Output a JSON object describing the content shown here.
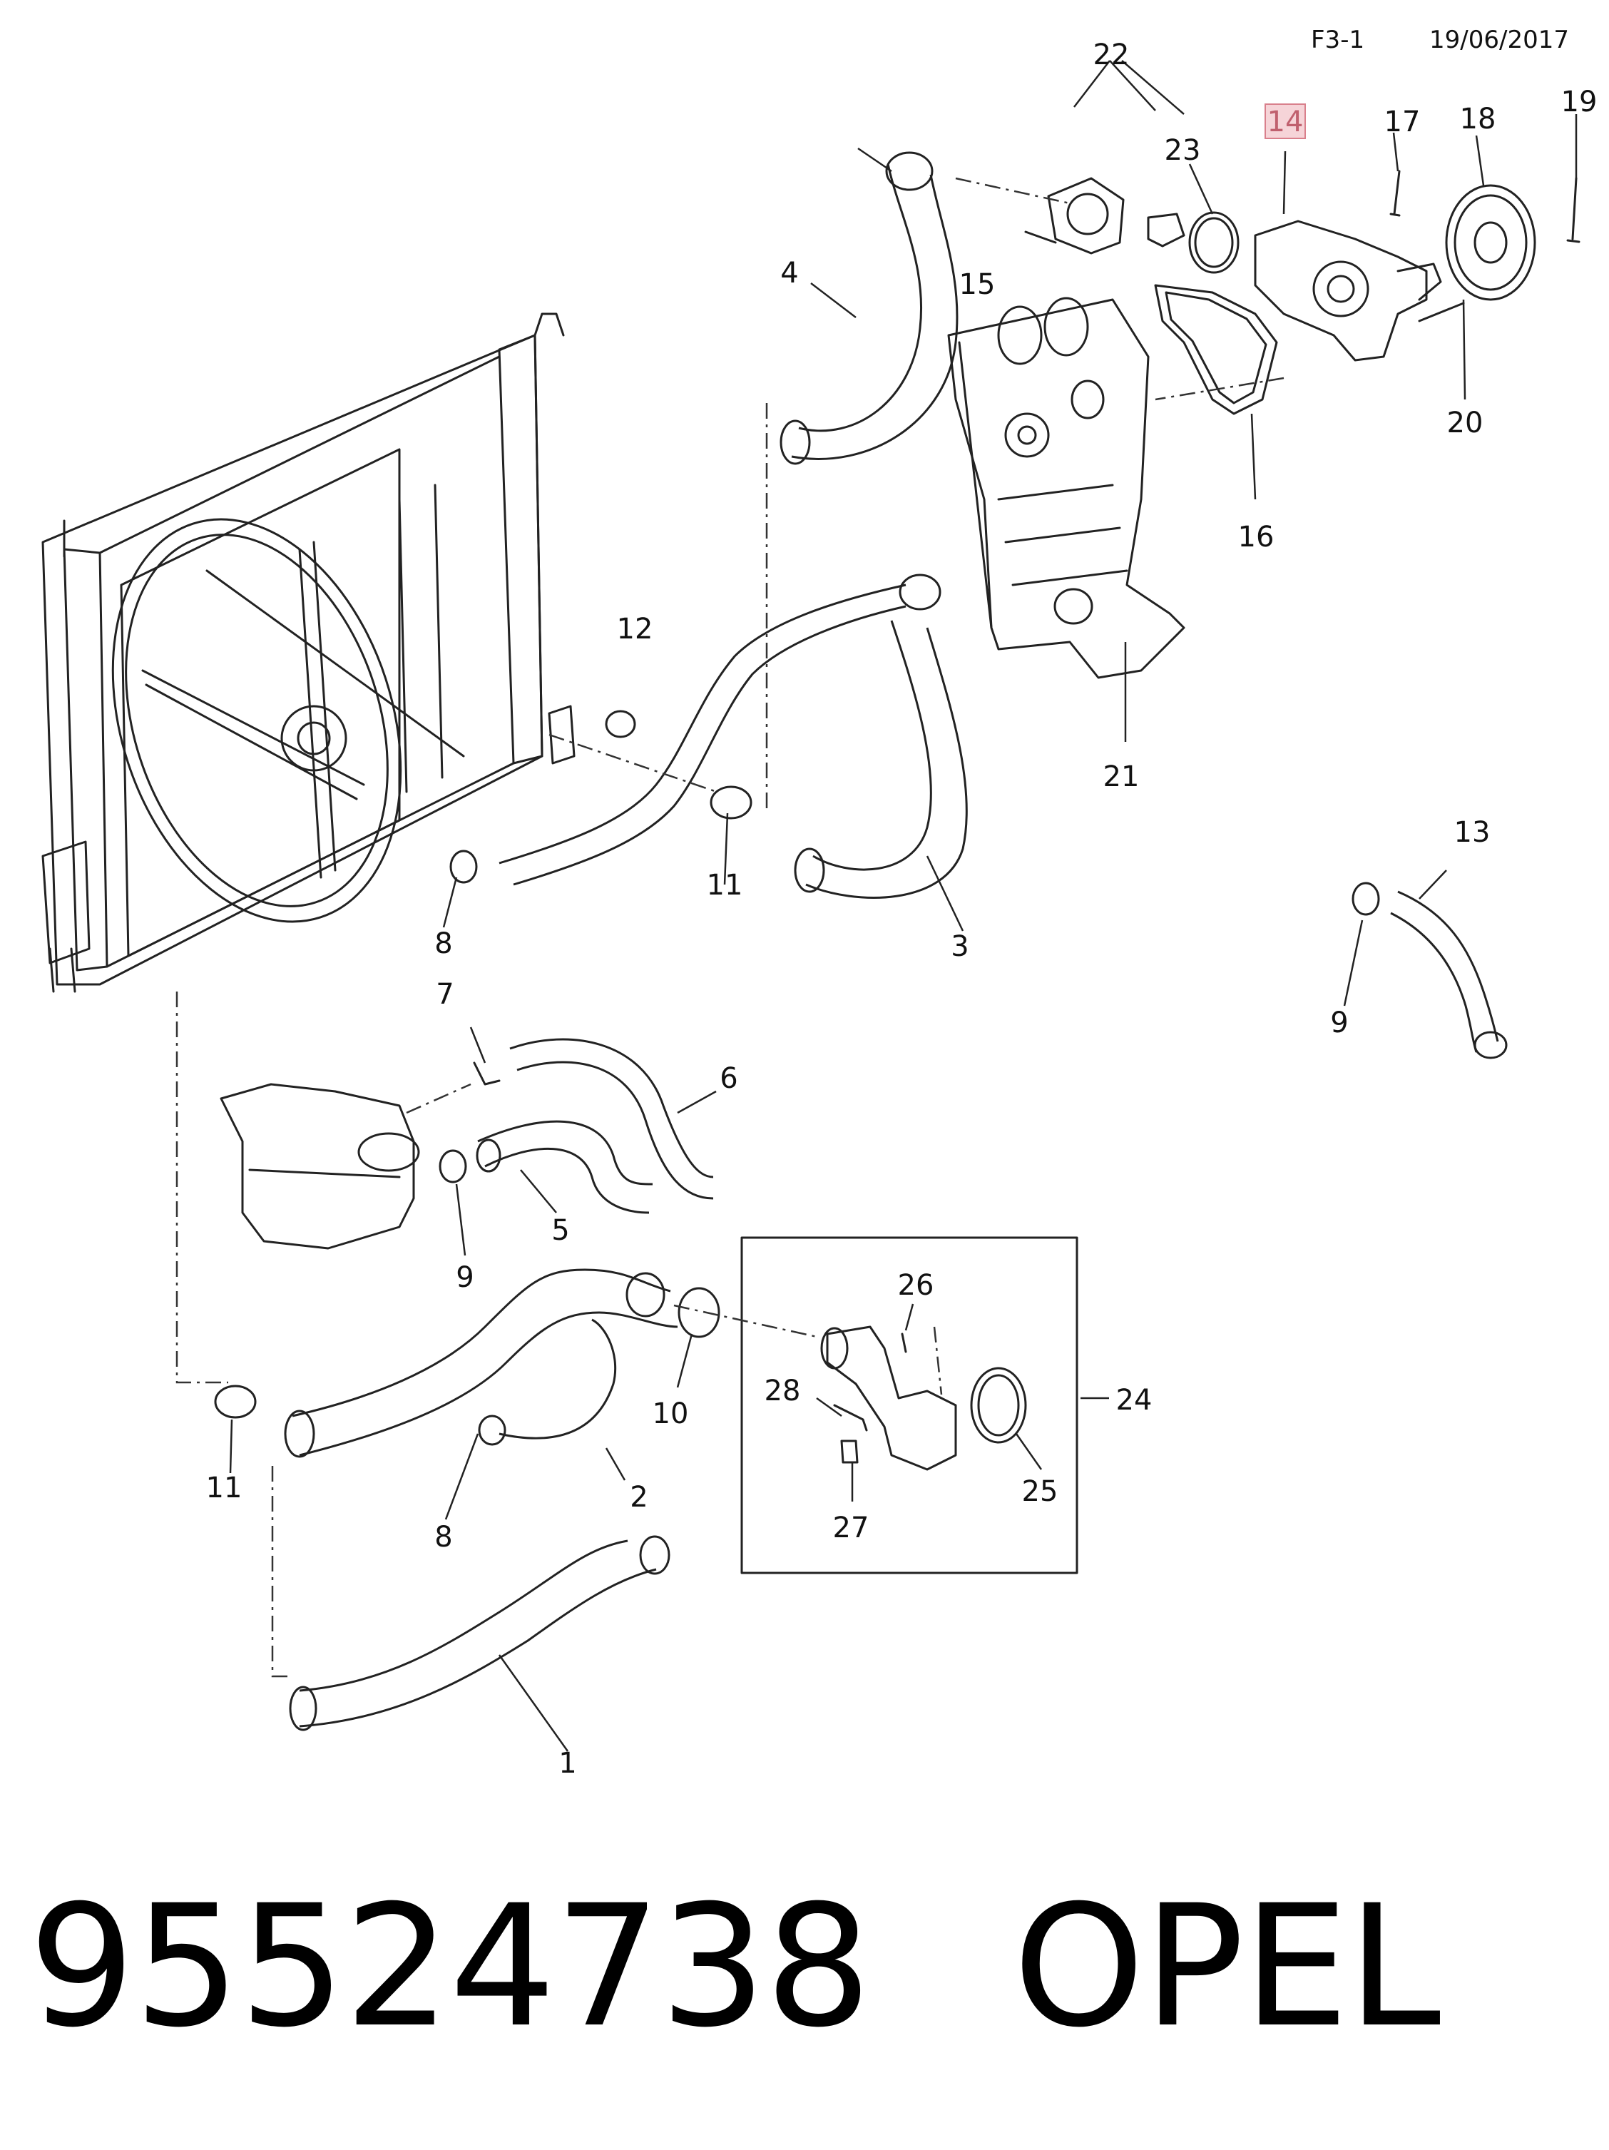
{
  "header": {
    "ref": "F3-1",
    "date": "19/06/2017"
  },
  "highlighted_callout": "14",
  "callouts": [
    "1",
    "2",
    "3",
    "4",
    "5",
    "6",
    "7",
    "8",
    "8",
    "9",
    "9",
    "10",
    "11",
    "11",
    "12",
    "13",
    "14",
    "15",
    "16",
    "17",
    "18",
    "19",
    "20",
    "21",
    "22",
    "23",
    "24",
    "25",
    "26",
    "27",
    "28"
  ],
  "footer": {
    "part_number": "95524738",
    "brand": "OPEL"
  },
  "colors": {
    "highlight_fill": "#f6d4d8",
    "highlight_border": "#d9808c",
    "ink": "#222222"
  }
}
